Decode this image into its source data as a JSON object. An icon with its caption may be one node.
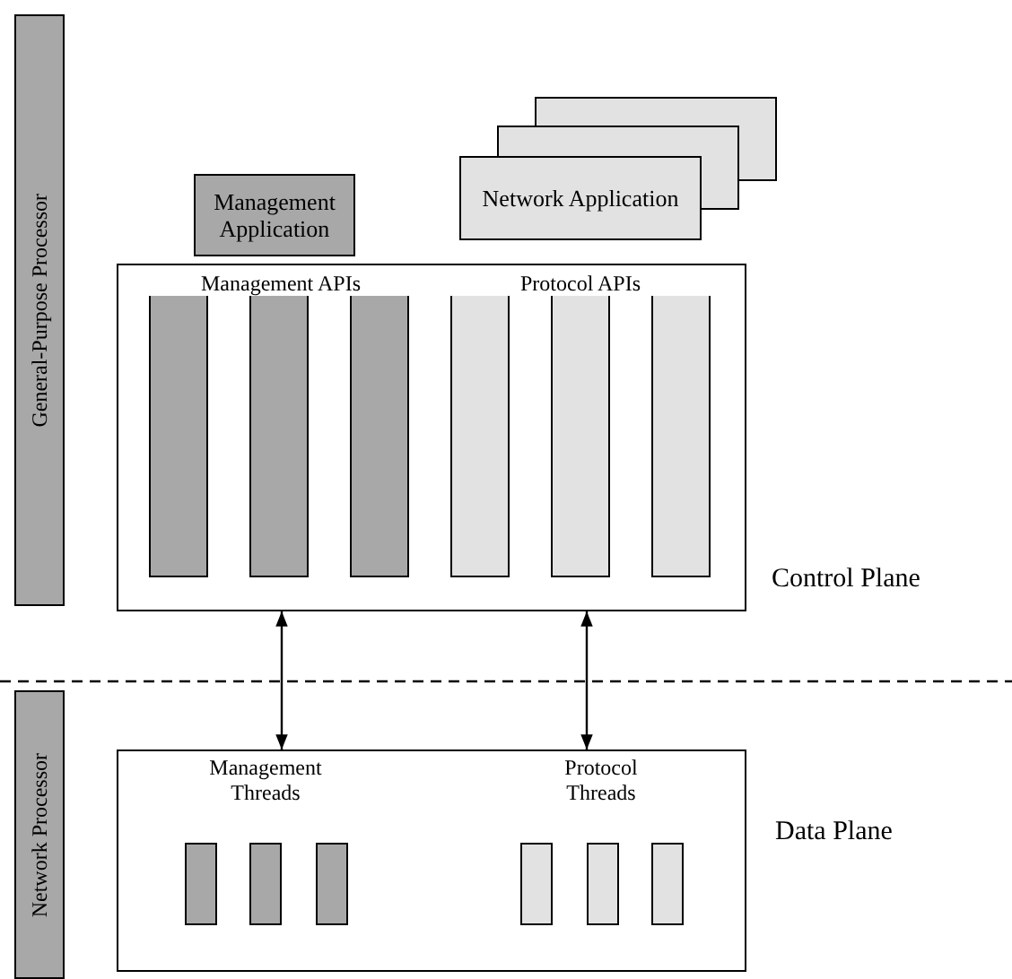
{
  "diagram": {
    "nodes": [
      {
        "text": [
          "General-Purpose Processor"
        ]
      },
      {
        "text": [
          "Management Application"
        ]
      },
      {
        "text": [
          "Network Application"
        ]
      },
      {
        "text": [],
        "shape": "box",
        "beside": [
          "Control Plane"
        ]
      },
      {
        "text": [],
        "shape": "bar",
        "in": 3
      },
      {
        "text": [],
        "shape": "bar",
        "in": 3
      },
      {
        "text": [],
        "shape": "bar",
        "in": 3
      },
      {
        "text": [],
        "shape": "bar",
        "in": 3
      },
      {
        "text": [],
        "shape": "bar",
        "in": 3
      },
      {
        "text": [],
        "shape": "bar",
        "in": 3
      },
      {
        "text": [],
        "shape": "box",
        "beside": [
          "Data Plane"
        ]
      },
      {
        "text": [],
        "shape": "bar",
        "in": 10
      },
      {
        "text": [],
        "shape": "bar",
        "in": 10
      },
      {
        "text": [],
        "shape": "bar",
        "in": 10
      },
      {
        "text": [],
        "shape": "bar",
        "in": 10
      },
      {
        "text": [],
        "shape": "bar",
        "in": 10
      },
      {
        "text": [],
        "shape": "bar",
        "in": 10
      },
      {
        "text": [
          "Network Processor"
        ]
      }
    ],
    "edges": [
      {
        "from": 3,
        "to": 10,
        "arrow": "both"
      },
      {
        "from": 3,
        "to": 10,
        "arrow": "both"
      }
    ],
    "labels": [
      "Management APIs",
      "Protocol APIs",
      "Management Threads",
      "Protocol Threads"
    ]
  }
}
